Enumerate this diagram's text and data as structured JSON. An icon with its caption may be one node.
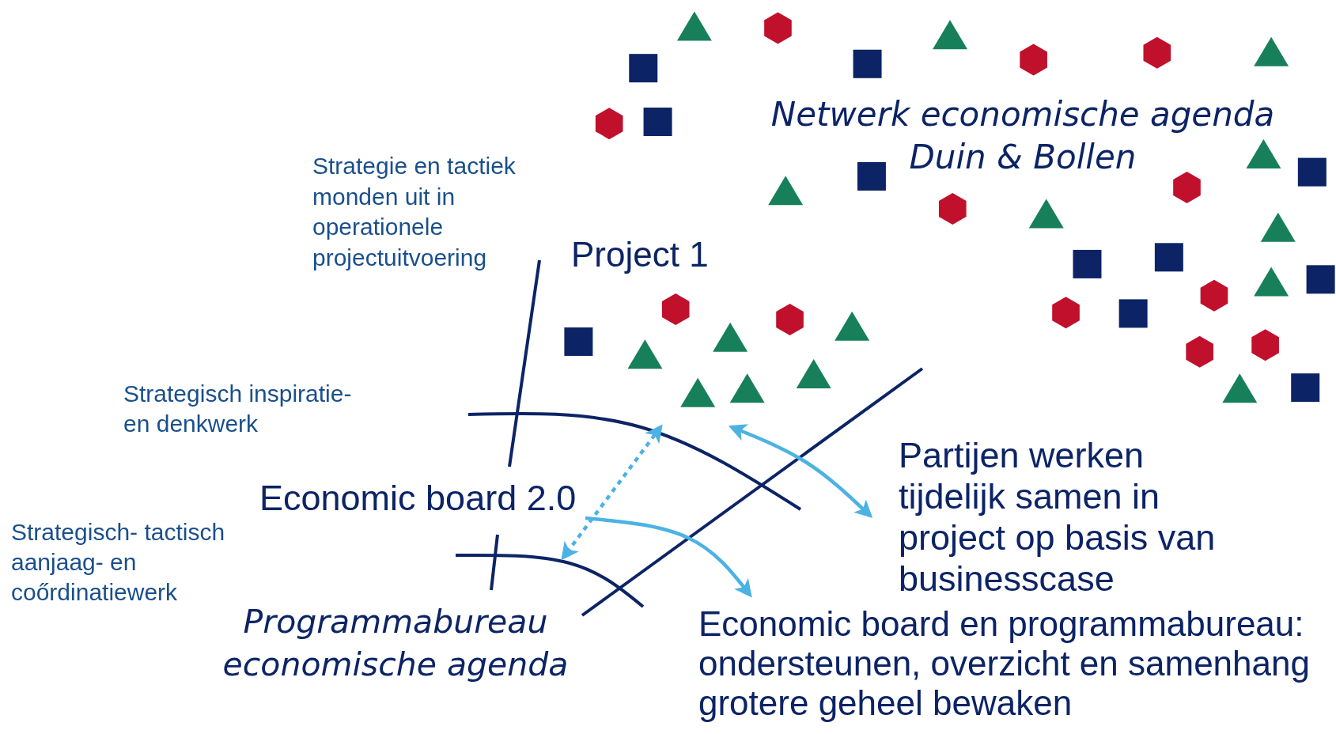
{
  "diagram": {
    "nodes": [
      {
        "text": [
          "Project 1"
        ]
      },
      {
        "text": [
          "Economic board 2.0"
        ]
      },
      {
        "text": [
          "Programmabureau economische agenda"
        ]
      },
      {
        "text": [
          "Partijen werken tijdelijk samen in project op basis van businesscase"
        ]
      },
      {
        "text": [
          "Economic board en programmabureau: ondersteunen, overzicht en samenhang grotere geheel bewaken"
        ]
      }
    ],
    "edges": [
      {
        "from": 0,
        "to": 2,
        "arrow": "both",
        "style": "dashed"
      },
      {
        "from": 0,
        "to": 3,
        "arrow": "both"
      },
      {
        "from": 1,
        "to": 4,
        "arrow": "to"
      }
    ],
    "labels": [
      "Netwerk economische agenda Duin & Bollen",
      "Strategie en tactiek monden uit in operationele projectuitvoering",
      "Strategisch inspiratie- en denkwerk",
      "Strategisch- tactisch aanjaag- en coőrdinatiewerk"
    ]
  }
}
